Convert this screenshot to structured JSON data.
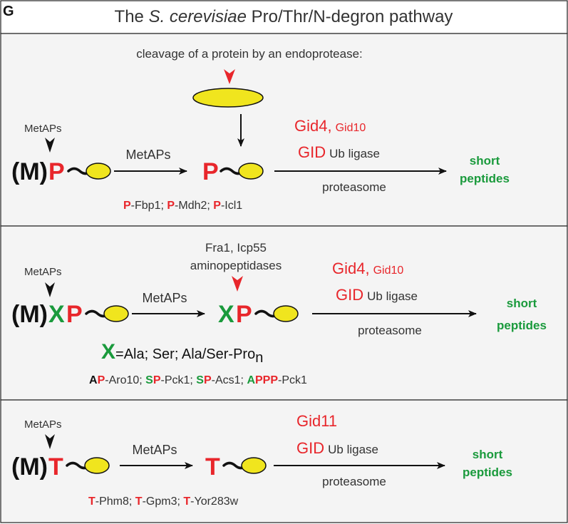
{
  "corner_label": "G",
  "title_prefix": "The ",
  "title_species": "S. cerevisiae",
  "title_suffix": " Pro/Thr/N-degron pathway",
  "panel1": {
    "note": "cleavage of a protein by an endoprotease:",
    "metaps_small": "MetAPs",
    "m_label": "(M)",
    "residue": "P",
    "arrow_label": "MetAPs",
    "product_residue": "P",
    "gid4": "Gid4,",
    "gid10": "Gid10",
    "gid": "GID",
    "ub_ligase": "Ub ligase",
    "proteasome": "proteasome",
    "short": "short",
    "peptides": "peptides",
    "substrates": [
      {
        "res": "P",
        "rest": "-Fbp1; "
      },
      {
        "res": "P",
        "rest": "-Mdh2; "
      },
      {
        "res": "P",
        "rest": "-Icl1"
      }
    ]
  },
  "panel2": {
    "metaps_small": "MetAPs",
    "m_label": "(M)",
    "x": "X",
    "p": "P",
    "arrow_label": "MetAPs",
    "enzymes_line1": "Fra1, Icp55",
    "enzymes_line2": "aminopeptidases",
    "product_x": "X",
    "product_p": "P",
    "gid4": "Gid4,",
    "gid10": "Gid10",
    "gid": "GID",
    "ub_ligase": "Ub ligase",
    "proteasome": "proteasome",
    "short": "short",
    "peptides": "peptides",
    "x_def": "X",
    "x_def_text": "=Ala; Ser; Ala/Ser-",
    "x_def_pro": "Pro",
    "x_def_n": "n",
    "substrates": [
      {
        "a": "A",
        "p": "P",
        "rest": "-Aro10; "
      },
      {
        "a": "S",
        "p": "P",
        "rest": "-Pck1; "
      },
      {
        "a": "S",
        "p": "P",
        "rest": "-Acs1; "
      },
      {
        "a": "A",
        "p": "PPP",
        "rest": "-Pck1"
      }
    ]
  },
  "panel3": {
    "metaps_small": "MetAPs",
    "m_label": "(M)",
    "residue": "T",
    "arrow_label": "MetAPs",
    "product_residue": "T",
    "gid11": "Gid11",
    "gid": "GID",
    "ub_ligase": "Ub ligase",
    "proteasome": "proteasome",
    "short": "short",
    "peptides": "peptides",
    "substrates": [
      {
        "res": "T",
        "rest": "-Phm8; "
      },
      {
        "res": "T",
        "rest": "-Gpm3; "
      },
      {
        "res": "T",
        "rest": "-Yor283w"
      }
    ]
  },
  "colors": {
    "red": "#e8262b",
    "green": "#1a9a3c",
    "yellow": "#f0e51e"
  }
}
